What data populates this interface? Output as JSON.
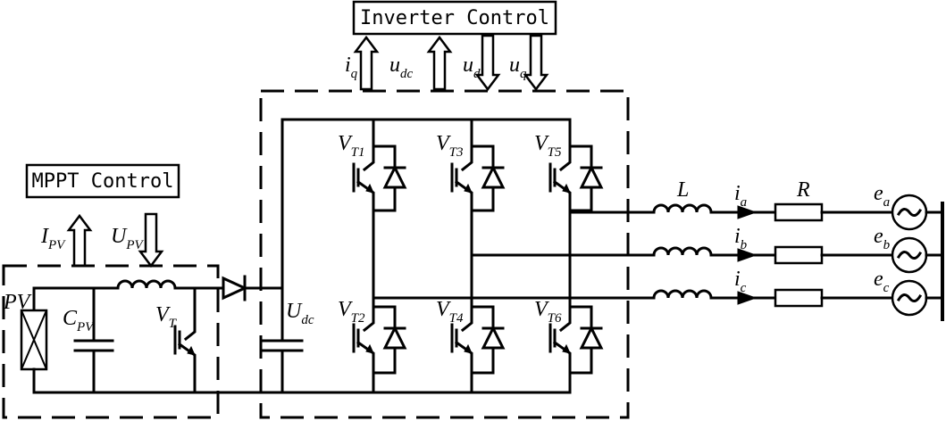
{
  "blocks": {
    "inverter_control": "Inverter Control",
    "mppt_control": "MPPT Control"
  },
  "signals": {
    "iq": {
      "main": "i",
      "sub": "q"
    },
    "udc": {
      "main": "u",
      "sub": "dc"
    },
    "ud": {
      "main": "u",
      "sub": "d"
    },
    "uq": {
      "main": "u",
      "sub": "q"
    },
    "ipv": {
      "main": "I",
      "sub": "PV"
    },
    "upv": {
      "main": "U",
      "sub": "PV"
    }
  },
  "components": {
    "pv": "PV",
    "cpv": {
      "main": "C",
      "sub": "PV"
    },
    "vt": {
      "main": "V",
      "sub": "T"
    },
    "udc_cap": {
      "main": "U",
      "sub": "dc"
    },
    "switches": [
      {
        "main": "V",
        "sub": "T1"
      },
      {
        "main": "V",
        "sub": "T3"
      },
      {
        "main": "V",
        "sub": "T5"
      },
      {
        "main": "V",
        "sub": "T2"
      },
      {
        "main": "V",
        "sub": "T4"
      },
      {
        "main": "V",
        "sub": "T6"
      }
    ],
    "inductor": "L",
    "resistor": "R",
    "currents": [
      {
        "main": "i",
        "sub": "a"
      },
      {
        "main": "i",
        "sub": "b"
      },
      {
        "main": "i",
        "sub": "c"
      }
    ],
    "sources": [
      {
        "main": "e",
        "sub": "a"
      },
      {
        "main": "e",
        "sub": "b"
      },
      {
        "main": "e",
        "sub": "c"
      }
    ]
  }
}
